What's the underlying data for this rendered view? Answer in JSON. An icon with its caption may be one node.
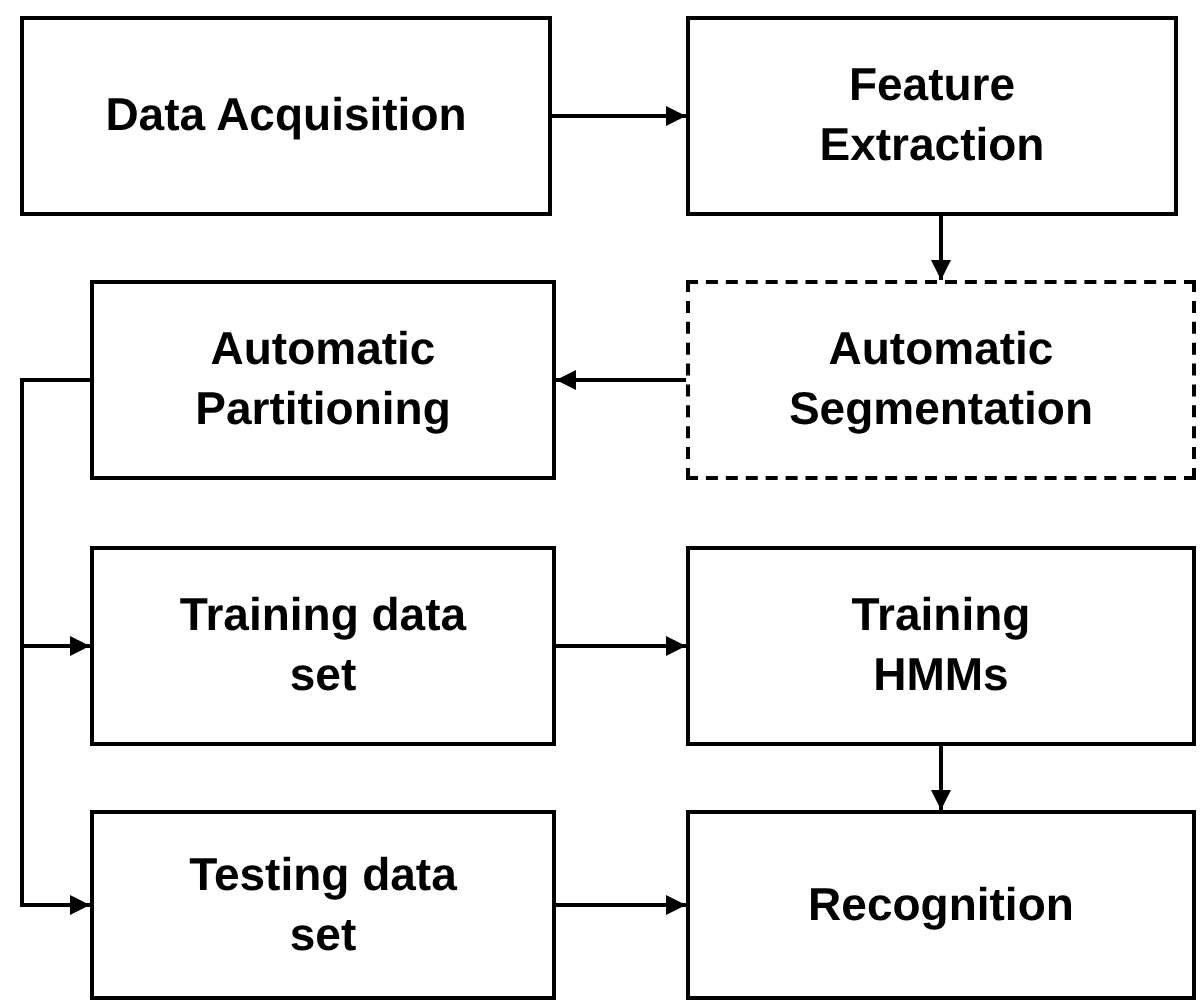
{
  "diagram": {
    "nodes": [
      {
        "text": [
          "Data Acquisition"
        ]
      },
      {
        "text": [
          "Feature Extraction"
        ]
      },
      {
        "text": [
          "Automatic Partitioning"
        ]
      },
      {
        "text": [
          "Automatic Segmentation"
        ]
      },
      {
        "text": [
          "Training data set"
        ]
      },
      {
        "text": [
          "Training HMMs"
        ]
      },
      {
        "text": [
          "Testing data set"
        ]
      },
      {
        "text": [
          "Recognition"
        ]
      }
    ],
    "edges": [
      {
        "from": 0,
        "to": 1,
        "arrow": "to"
      },
      {
        "from": 1,
        "to": 3,
        "arrow": "to"
      },
      {
        "from": 3,
        "to": 2,
        "arrow": "to"
      },
      {
        "from": 2,
        "to": 4,
        "arrow": "to"
      },
      {
        "from": 2,
        "to": 6,
        "arrow": "to"
      },
      {
        "from": 4,
        "to": 5,
        "arrow": "to"
      },
      {
        "from": 5,
        "to": 7,
        "arrow": "to"
      },
      {
        "from": 6,
        "to": 7,
        "arrow": "to"
      }
    ]
  }
}
